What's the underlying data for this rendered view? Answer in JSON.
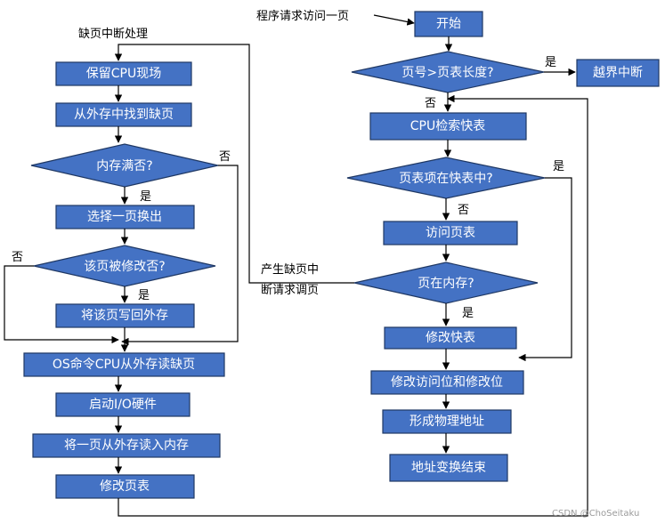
{
  "right_flow": {
    "entry_label": "程序请求访问一页",
    "start": "开始",
    "check_page_length": "页号>页表长度?",
    "yes_1": "是",
    "out_of_bounds": "越界中断",
    "no_1": "否",
    "cpu_search_tlb": "CPU检索快表",
    "in_tlb": "页表项在快表中?",
    "yes_2": "是",
    "no_2": "否",
    "access_page_table": "访问页表",
    "in_memory": "页在内存?",
    "yes_3": "是",
    "page_fault_label_line1": "产生缺页中",
    "page_fault_label_line2": "断请求调页",
    "update_tlb": "修改快表",
    "update_bits": "修改访问位和修改位",
    "form_address": "形成物理地址",
    "end": "地址变换结束"
  },
  "left_flow": {
    "title": "缺页中断处理",
    "save_cpu": "保留CPU现场",
    "find_page": "从外存中找到缺页",
    "memory_full": "内存满否?",
    "no_full": "否",
    "yes_full": "是",
    "select_page": "选择一页换出",
    "page_modified": "该页被修改否?",
    "no_mod": "否",
    "yes_mod": "是",
    "write_back": "将该页写回外存",
    "os_command": "OS命令CPU从外存读缺页",
    "start_io": "启动I/O硬件",
    "read_in": "将一页从外存读入内存",
    "update_page_table": "修改页表"
  },
  "watermark": "CSDN @ChoSeitaku"
}
